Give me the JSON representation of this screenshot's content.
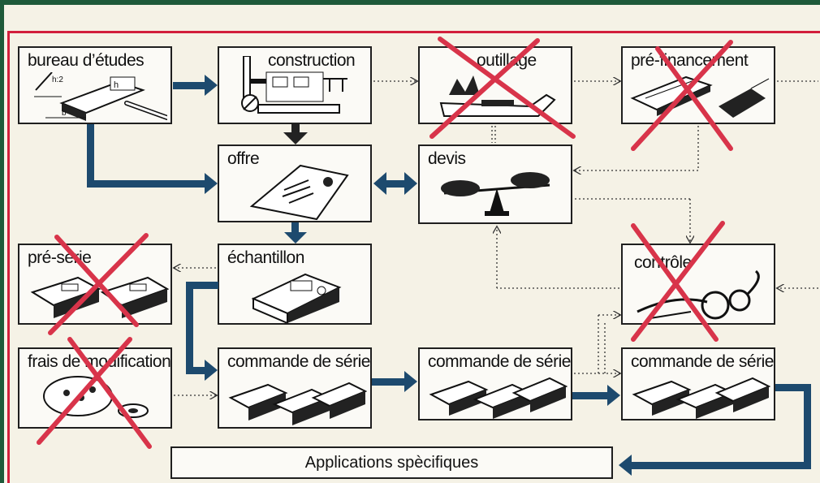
{
  "boxes": {
    "bureau": "bureau d’études",
    "construction": "construction",
    "outillage": "outillage",
    "prefinancement": "pré-financement",
    "offre": "offre",
    "devis": "devis",
    "preserie": "pré-série",
    "echantillon": "échantillon",
    "controle": "contrôle",
    "frais": "frais de modification",
    "commande1": "commande de série",
    "commande2": "commande de série",
    "commande3": "commande de série"
  },
  "footer": {
    "label": "Applications spècifiques"
  },
  "sketch": {
    "dim_b": "b",
    "dim_h": "h",
    "dim_1": "h:2"
  },
  "colors": {
    "navy": "#1d4a6e",
    "red_frame": "#d21f3c",
    "cross": "#d8344a",
    "green_bar": "#2f6b3e"
  },
  "crossed_out": [
    "outillage",
    "pré-financement",
    "pré-série",
    "contrôle",
    "frais de modification"
  ]
}
